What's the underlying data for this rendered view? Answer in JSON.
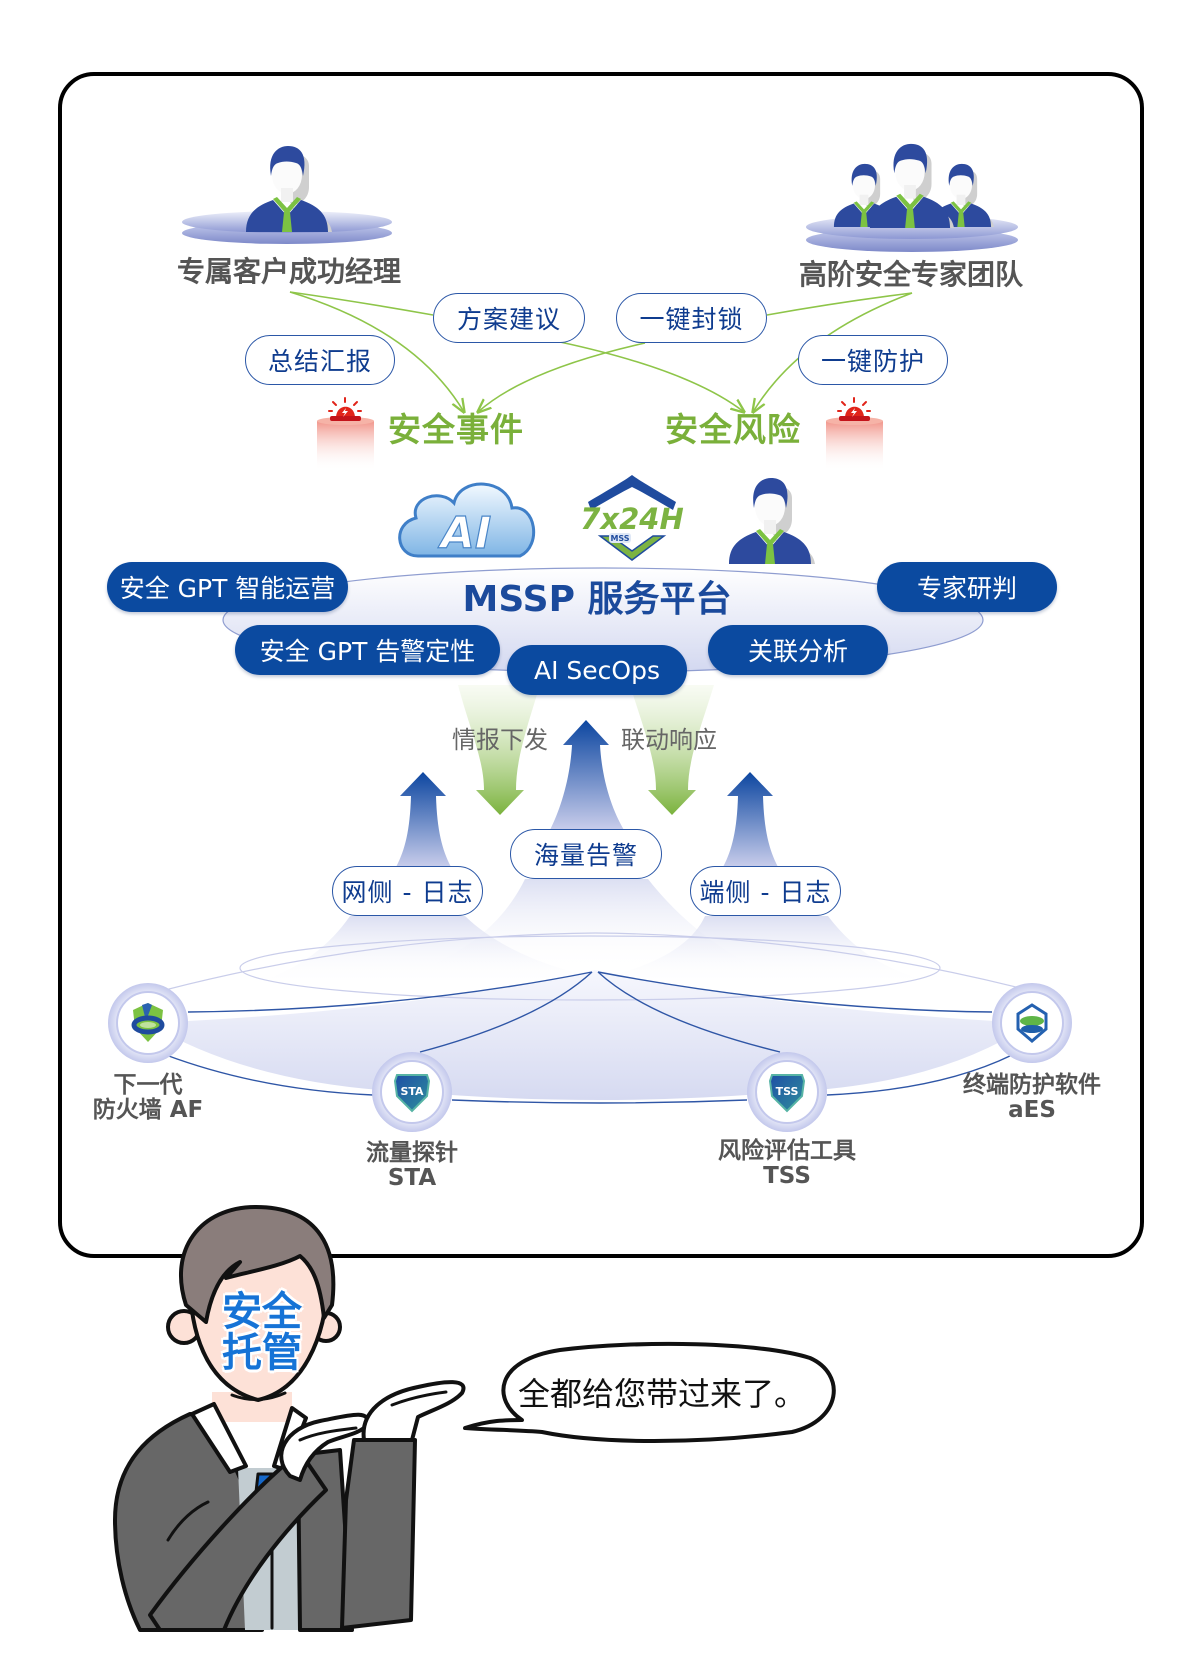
{
  "roles": {
    "manager": "专属客户成功经理",
    "expert_team": "高阶安全专家团队"
  },
  "actions": {
    "proposal": "方案建议",
    "one_click_block": "一键封锁",
    "summary_report": "总结汇报",
    "one_click_protect": "一键防护"
  },
  "targets": {
    "security_events": "安全事件",
    "security_risks": "安全风险"
  },
  "platform": {
    "title": "MSSP 服务平台",
    "badges": {
      "ai": "AI",
      "service_hours": "7x24H",
      "service_tag": "MSS"
    },
    "capabilities": [
      "安全 GPT 智能运营",
      "专家研判",
      "安全 GPT 告警定性",
      "AI SecOps",
      "关联分析"
    ]
  },
  "flows": {
    "intel_down": "情报下发",
    "linked_response": "联动响应",
    "mass_alerts": "海量告警",
    "network_logs": "网侧 - 日志",
    "endpoint_logs": "端侧 - 日志"
  },
  "devices": [
    {
      "lines": [
        "下一代",
        "防火墙 AF"
      ],
      "icon": "af-shield-icon"
    },
    {
      "lines": [
        "流量探针",
        "STA"
      ],
      "icon": "sta-shield-icon",
      "badge": "STA"
    },
    {
      "lines": [
        "风险评估工具",
        "TSS"
      ],
      "icon": "tss-shield-icon",
      "badge": "TSS"
    },
    {
      "lines": [
        "终端防护软件",
        "aES"
      ],
      "icon": "aes-shield-icon"
    }
  ],
  "mascot": {
    "face_text": [
      "安全",
      "托管"
    ],
    "speech": "全都给您带过来了。"
  },
  "colors": {
    "primary_blue": "#0b4aa0",
    "title_blue": "#1b4a9c",
    "accent_green": "#7ab03a",
    "label_gray": "#555555",
    "alarm_red": "#e1251b",
    "face_text_blue": "#1673d6",
    "suit_gray": "#676767"
  }
}
